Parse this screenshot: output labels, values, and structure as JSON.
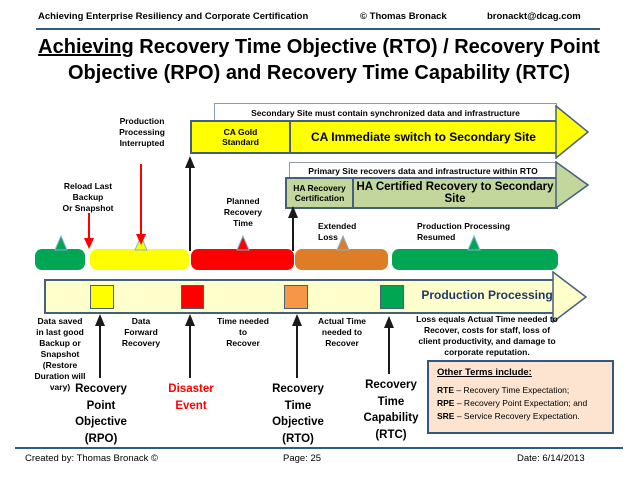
{
  "header": {
    "left": "Achieving Enterprise Resiliency and Corporate Certification",
    "center": "© Thomas Bronack",
    "right": "bronackt@dcag.com"
  },
  "title": {
    "underlined": "Achieving",
    "line1_rest": " Recovery Time Objective (RTO) / Recovery Point",
    "line2": "Objective (RPO) and Recovery Time Capability (RTC)"
  },
  "banners": {
    "secondary": {
      "strip": "Secondary Site must contain synchronized data and infrastructure",
      "box": "CA Gold\nStandard",
      "label": "CA Immediate switch to Secondary Site"
    },
    "primary": {
      "strip": "Primary Site recovers data and infrastructure within RTO",
      "box": "HA Recovery\nCertification",
      "label": "HA Certified Recovery to Secondary Site"
    }
  },
  "labels": {
    "production_interrupted": "Production\nProcessing\nInterrupted",
    "reload": "Reload Last\nBackup\nOr Snapshot",
    "planned": "Planned\nRecovery\nTime",
    "extended": "Extended\nLoss",
    "resumed": "Production Processing\nResumed",
    "data_saved": "Data saved\nin last good\nBackup or\nSnapshot\n(Restore\nDuration will\nvary)",
    "data_forward": "Data\nForward\nRecovery",
    "time_needed": "Time needed\nto\nRecover",
    "actual_time": "Actual Time\nneeded to\nRecover",
    "loss": "Loss equals Actual Time needed to\nRecover, costs for staff, loss of\nclient productivity, and damage to\ncorporate reputation.",
    "production_processing": "Production Processing"
  },
  "bottom_labels": {
    "rpo": "Recovery\nPoint\nObjective\n(RPO)",
    "disaster": "Disaster\nEvent",
    "rto": "Recovery\nTime\nObjective\n(RTO)",
    "rtc": "Recovery\nTime\nCapability\n(RTC)"
  },
  "other_terms": {
    "heading": "Other Terms include:",
    "items": [
      {
        "abbr": "RTE",
        "rest": " – Recovery Time Expectation;"
      },
      {
        "abbr": "RPE",
        "rest": " – Recovery Point Expectation; and"
      },
      {
        "abbr": "SRE",
        "rest": " – Service Recovery Expectation."
      }
    ]
  },
  "footer": {
    "left": "Created by:  Thomas Bronack ©",
    "center": "Page:  25",
    "right": "Date:  6/14/2013"
  },
  "colors": {
    "yellow": "#ffff00",
    "green": "#00a651",
    "red": "#ff0000",
    "orange": "#dd7e26",
    "orange_light": "#f79646",
    "olive": "#c3d69b",
    "cream": "#ffffcc",
    "slate_border": "#44607c",
    "navy_text": "#1f3864",
    "rule_blue": "#2e5c8a",
    "terms_peach": "#fce4d0",
    "disaster_red": "#ff0000"
  }
}
